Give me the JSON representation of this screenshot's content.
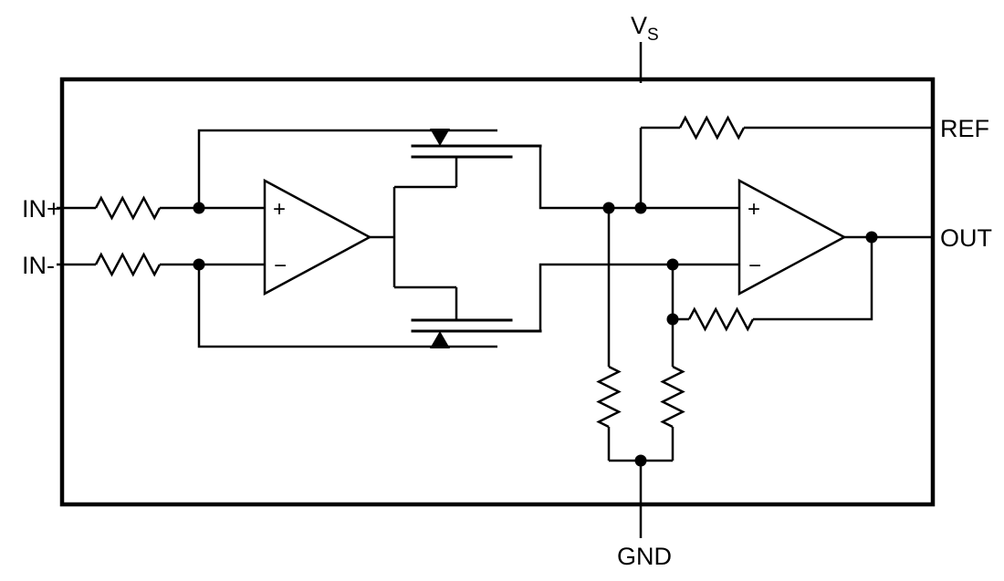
{
  "diagram": {
    "background": "#ffffff",
    "ink": "#000000",
    "pin_labels": {
      "vs_main": "V",
      "vs_sub": "S",
      "gnd": "GND",
      "in_plus": "IN+",
      "in_minus": "IN-",
      "ref": "REF",
      "out": "OUT"
    },
    "amp1": {
      "noninverting": "+",
      "inverting": "−"
    },
    "amp2": {
      "noninverting": "+",
      "inverting": "−"
    }
  }
}
